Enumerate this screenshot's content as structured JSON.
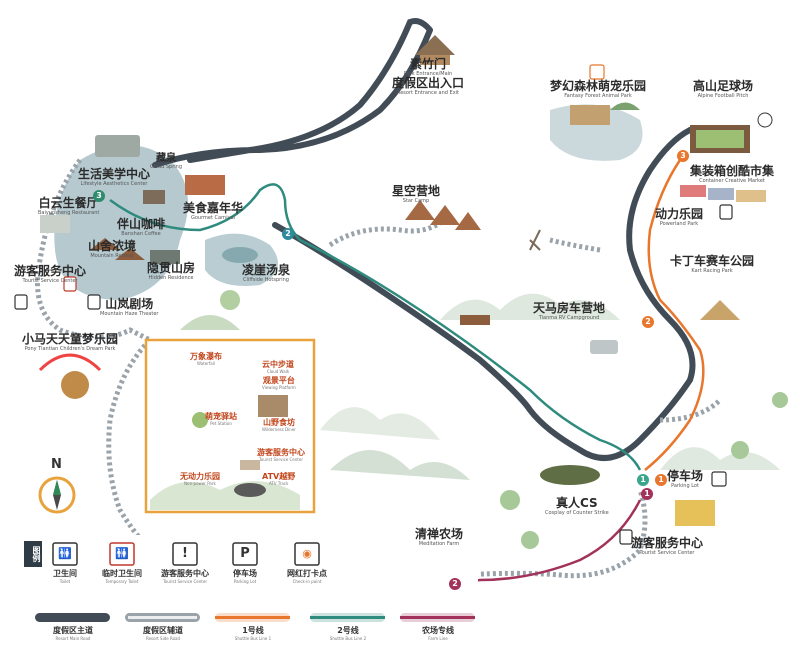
{
  "compass": {
    "north_letter": "N"
  },
  "places": [
    {
      "id": "sumen",
      "zh": "素竹门",
      "en_l1": "Park Entrance/Main",
      "zh2": "度假区出入口",
      "en": "Resort Entrance and Exit"
    },
    {
      "id": "mengda",
      "zh": "梦幻森林萌宠乐园",
      "en": "Fantasy Forest Animal Park"
    },
    {
      "id": "football",
      "zh": "高山足球场",
      "en": "Alpine Football Pitch"
    },
    {
      "id": "jiquan",
      "zh": "藏泉",
      "en": "Cloud Spring"
    },
    {
      "id": "lifestyle",
      "zh": "生活美学中心",
      "en": "Lifestyle Aesthetics Center"
    },
    {
      "id": "baiyun",
      "zh": "白云生餐厅",
      "en": "Baiyunsheng Restaurant"
    },
    {
      "id": "meishi",
      "zh": "美食嘉年华",
      "en": "Gourmet Carnival"
    },
    {
      "id": "banshan",
      "zh": "伴山咖啡",
      "en": "Banshan Coffee"
    },
    {
      "id": "xingkong",
      "zh": "星空营地",
      "en": "Star Camp"
    },
    {
      "id": "container",
      "zh": "集装箱创酷市集",
      "en": "Container Creative Market"
    },
    {
      "id": "dongli",
      "zh": "动力乐园",
      "en": "Powerland Park"
    },
    {
      "id": "shanju",
      "zh": "山舍浓境",
      "en": "Mountain Retreat"
    },
    {
      "id": "yinguan",
      "zh": "隐贯山房",
      "en": "Hidden Residence"
    },
    {
      "id": "lingya",
      "zh": "凌崖汤泉",
      "en": "Cliffside Hotspring"
    },
    {
      "id": "karting",
      "zh": "卡丁车赛车公园",
      "en": "Kart Racing Park"
    },
    {
      "id": "center_w",
      "zh": "游客服务中心",
      "en": "Tourist Service Center"
    },
    {
      "id": "theater",
      "zh": "山岚剧场",
      "en": "Mountain Haze Theater"
    },
    {
      "id": "tianma",
      "zh": "天马房车营地",
      "en": "Tianma RV Campground"
    },
    {
      "id": "ponypark",
      "zh": "小马天天童梦乐园",
      "en": "Pony Tiantian Children's Dream Park"
    },
    {
      "id": "cs",
      "zh": "真人CS",
      "en": "Cosplay of Counter Strike"
    },
    {
      "id": "parking",
      "zh": "停车场",
      "en": "Parking Lot"
    },
    {
      "id": "qingchan",
      "zh": "清禅农场",
      "en": "Meditation Farm"
    },
    {
      "id": "center_e",
      "zh": "游客服务中心",
      "en": "Tourist Service Center"
    }
  ],
  "inset": [
    {
      "id": "i1",
      "zh": "万象瀑布",
      "en": "Waterfall"
    },
    {
      "id": "i2",
      "zh": "云中步道",
      "en": "Cloud Walk"
    },
    {
      "id": "i3",
      "zh": "观景平台",
      "en": "Viewing Platform"
    },
    {
      "id": "i4",
      "zh": "萌宠驿站",
      "en": "Pet Station"
    },
    {
      "id": "i5",
      "zh": "山野食坊",
      "en": "Wilderness Diner"
    },
    {
      "id": "i6",
      "zh": "游客服务中心",
      "en": "Tourist Service Center"
    },
    {
      "id": "i7",
      "zh": "无动力乐园",
      "en": "Non-power Park"
    },
    {
      "id": "i8",
      "zh": "ATV越野",
      "en": "ATV Track"
    }
  ],
  "route_badges": [
    {
      "id": "b3w",
      "text": "3",
      "color": "#2e8b6e"
    },
    {
      "id": "b2n",
      "text": "2",
      "color": "#2e8b9e"
    },
    {
      "id": "b3e",
      "text": "3",
      "color": "#e8762c"
    },
    {
      "id": "b2e",
      "text": "2",
      "color": "#e8762c"
    },
    {
      "id": "b1e",
      "text": "1",
      "color": "#e8762c"
    },
    {
      "id": "b1s",
      "text": "1",
      "color": "#3aa58a"
    },
    {
      "id": "b1f",
      "text": "1",
      "color": "#a3325a"
    },
    {
      "id": "b2s",
      "text": "2",
      "color": "#a3325a"
    }
  ],
  "legend": {
    "title": "图例",
    "icons": [
      {
        "id": "toilet",
        "zh": "卫生间",
        "en": "Toilet",
        "glyph": "🚻",
        "color": "#333333"
      },
      {
        "id": "temp_toilet",
        "zh": "临时卫生间",
        "en": "Temporary Toilet",
        "glyph": "🚻",
        "color": "#c0392b"
      },
      {
        "id": "service",
        "zh": "游客服务中心",
        "en": "Tourist Service Center",
        "glyph": "!",
        "color": "#333333"
      },
      {
        "id": "parking",
        "zh": "停车场",
        "en": "Parking Lot",
        "glyph": "P",
        "color": "#333333"
      },
      {
        "id": "checkin",
        "zh": "网红打卡点",
        "en": "Check-in point",
        "glyph": "◉",
        "color": "#e8762c"
      }
    ],
    "lines": [
      {
        "id": "main",
        "zh": "度假区主道",
        "en": "Resort Main Road",
        "color": "#414c56"
      },
      {
        "id": "side",
        "zh": "度假区辅道",
        "en": "Resort Side Road",
        "color": "#9aa3aa"
      },
      {
        "id": "l1",
        "zh": "1号线",
        "en": "Shuttle Bus Line 1",
        "color": "#e8762c"
      },
      {
        "id": "l2",
        "zh": "2号线",
        "en": "Shuttle Bus Line 2",
        "color": "#2e8b7e"
      },
      {
        "id": "farm",
        "zh": "农场专线",
        "en": "Farm Line",
        "color": "#a3325a"
      }
    ]
  },
  "colors": {
    "main_road": "#414c56",
    "side_road": "#9aa3aa",
    "line1": "#e8762c",
    "line2": "#2e8b7e",
    "farm_line": "#a3325a",
    "inset_border": "#e8a33c",
    "lake": "#9fb8c0",
    "mountain": "#d8e3d8"
  }
}
